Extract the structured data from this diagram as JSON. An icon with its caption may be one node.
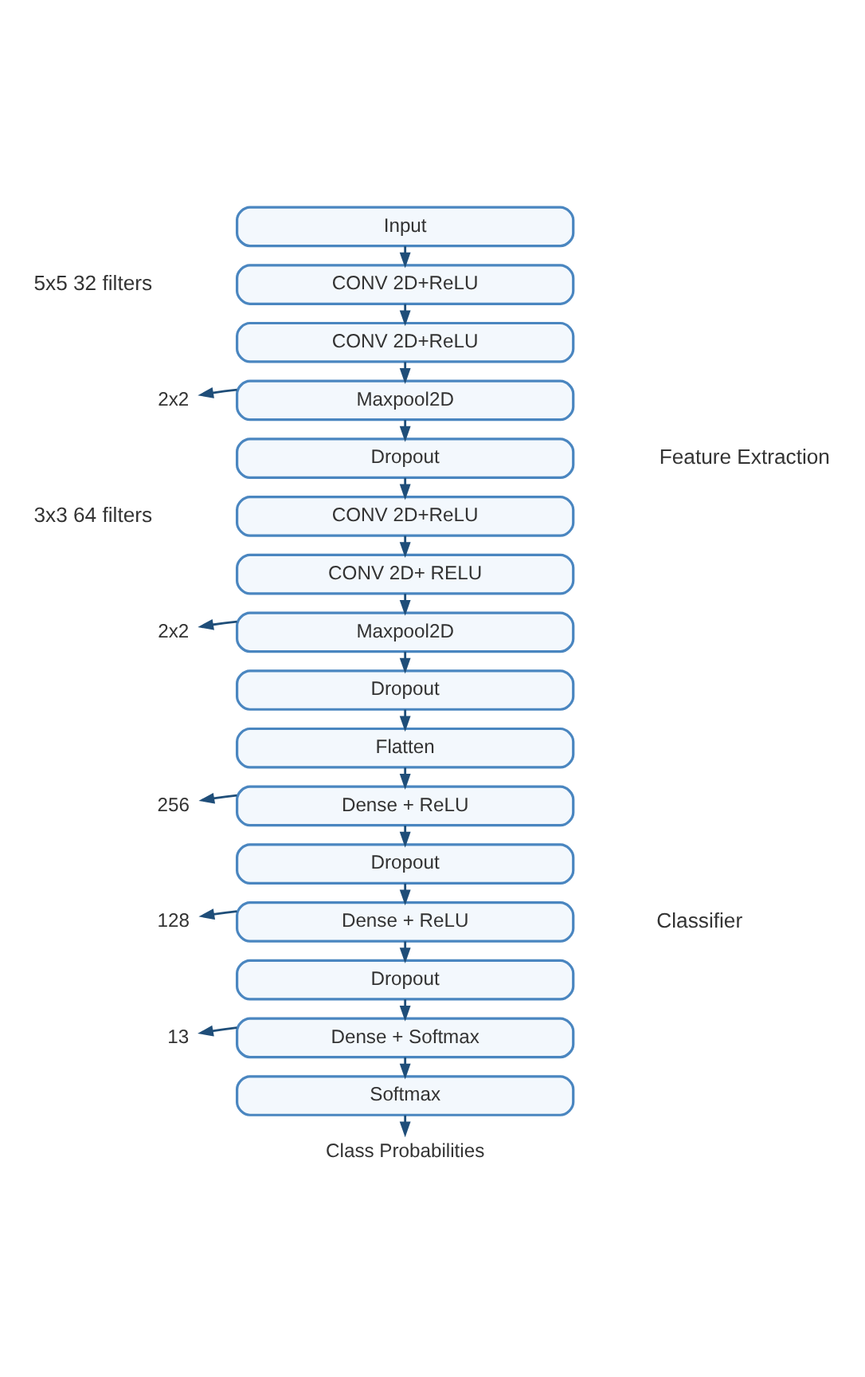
{
  "diagram": {
    "nodes": [
      {
        "text": [
          "Input"
        ]
      },
      {
        "text": [
          "CONV 2D+ReLU"
        ]
      },
      {
        "text": [
          "CONV 2D+ReLU"
        ]
      },
      {
        "text": [
          "2x2"
        ]
      },
      {
        "text": [
          "Maxpool2D"
        ]
      },
      {
        "text": [
          "Dropout"
        ]
      },
      {
        "text": [
          "CONV 2D+ReLU"
        ]
      },
      {
        "text": [
          "CONV 2D+ RELU"
        ]
      },
      {
        "text": [
          "2x2"
        ]
      },
      {
        "text": [
          "Maxpool2D"
        ]
      },
      {
        "text": [
          "Dropout"
        ]
      },
      {
        "text": [
          "Flatten"
        ]
      },
      {
        "text": [
          "256"
        ]
      },
      {
        "text": [
          "Dense + ReLU"
        ]
      },
      {
        "text": [
          "Dropout"
        ]
      },
      {
        "text": [
          "128"
        ]
      },
      {
        "text": [
          "Dense + ReLU"
        ]
      },
      {
        "text": [
          "Dropout"
        ]
      },
      {
        "text": [
          "13"
        ]
      },
      {
        "text": [
          "Dense + Softmax"
        ]
      },
      {
        "text": [
          "Softmax"
        ]
      },
      {
        "text": [
          "Class Probabilities"
        ]
      }
    ],
    "edges": [
      {
        "from": 0,
        "to": 1,
        "arrow": "to"
      },
      {
        "from": 1,
        "to": 2,
        "arrow": "to"
      },
      {
        "from": 2,
        "to": 4,
        "arrow": "to"
      },
      {
        "from": 4,
        "to": 3,
        "arrow": "to"
      },
      {
        "from": 4,
        "to": 5,
        "arrow": "to"
      },
      {
        "from": 5,
        "to": 6,
        "arrow": "to"
      },
      {
        "from": 6,
        "to": 7,
        "arrow": "to"
      },
      {
        "from": 7,
        "to": 9,
        "arrow": "to"
      },
      {
        "from": 9,
        "to": 8,
        "arrow": "to"
      },
      {
        "from": 9,
        "to": 10,
        "arrow": "to"
      },
      {
        "from": 10,
        "to": 11,
        "arrow": "to"
      },
      {
        "from": 11,
        "to": 13,
        "arrow": "to"
      },
      {
        "from": 13,
        "to": 12,
        "arrow": "to"
      },
      {
        "from": 13,
        "to": 14,
        "arrow": "to"
      },
      {
        "from": 14,
        "to": 16,
        "arrow": "to"
      },
      {
        "from": 16,
        "to": 15,
        "arrow": "to"
      },
      {
        "from": 16,
        "to": 17,
        "arrow": "to"
      },
      {
        "from": 17,
        "to": 19,
        "arrow": "to"
      },
      {
        "from": 19,
        "to": 18,
        "arrow": "to"
      },
      {
        "from": 19,
        "to": 20,
        "arrow": "to"
      },
      {
        "from": 20,
        "to": 21,
        "arrow": "to"
      }
    ],
    "labels": [
      "5x5 32 filters",
      "Feature Extraction",
      "3x3 64 filters",
      "Classifier"
    ]
  }
}
